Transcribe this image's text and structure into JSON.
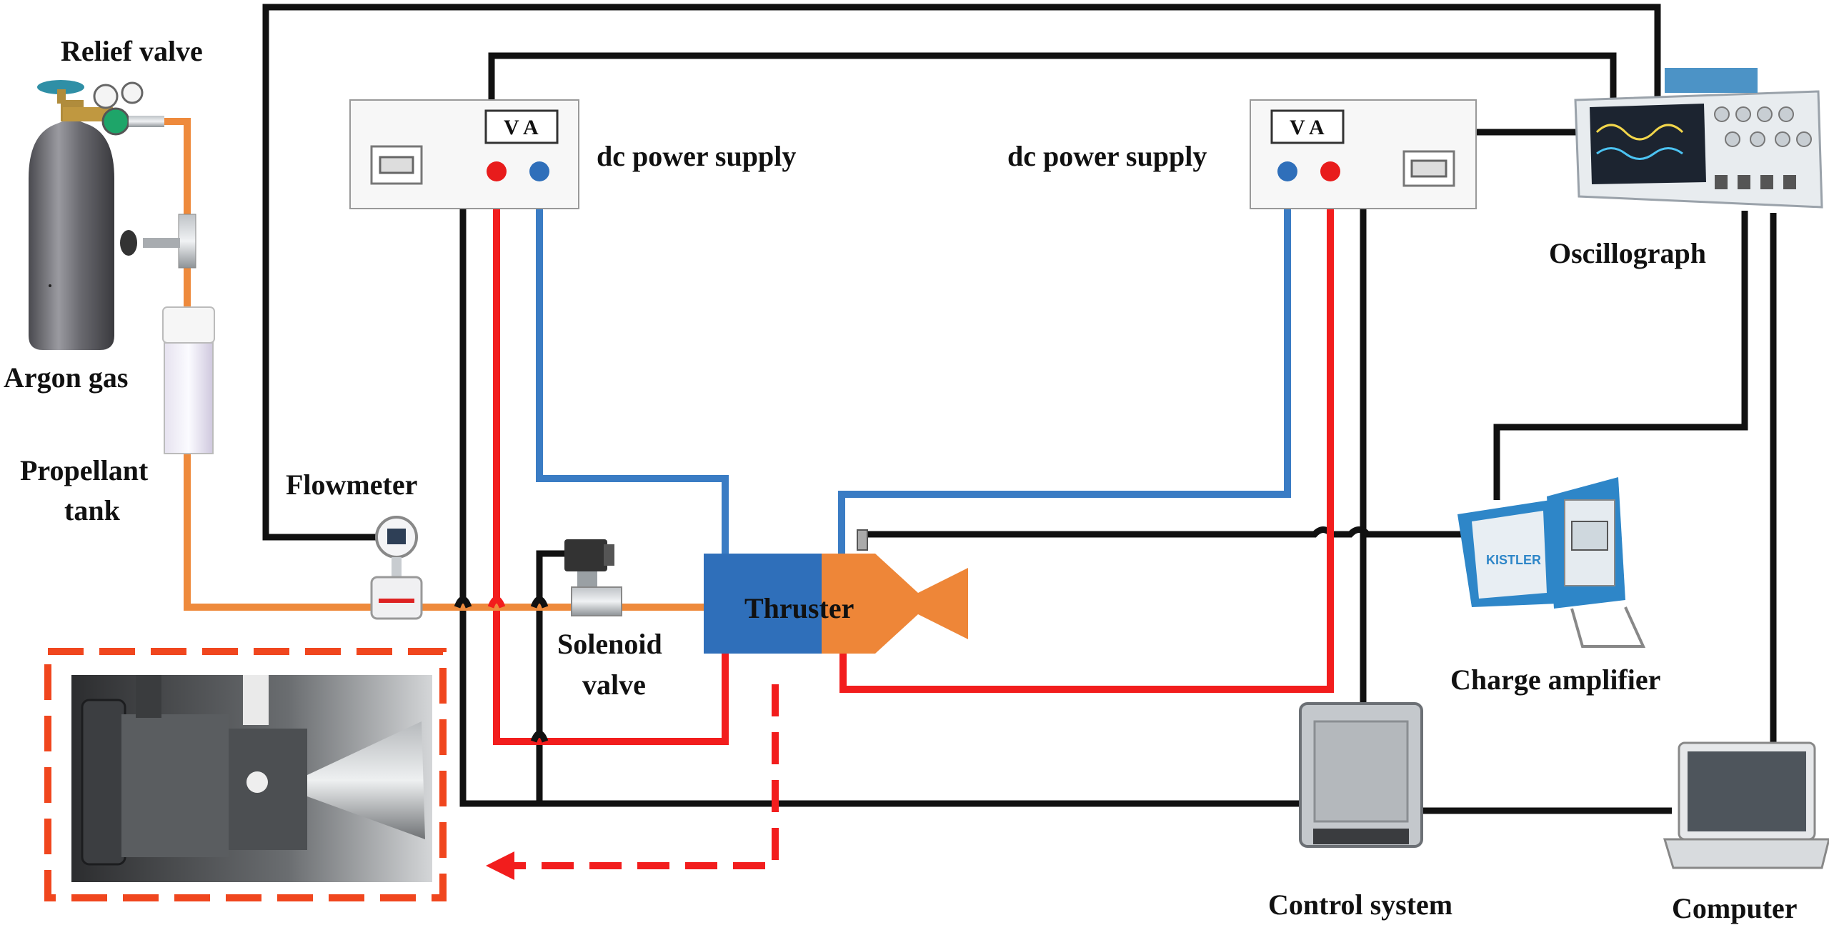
{
  "labels": {
    "relief_valve": "Relief valve",
    "argon_gas": "Argon gas",
    "propellant_tank_line1": "Propellant",
    "propellant_tank_line2": "tank",
    "flowmeter": "Flowmeter",
    "solenoid_valve_line1": "Solenoid",
    "solenoid_valve_line2": "valve",
    "thruster": "Thruster",
    "dc_power_supply_left": "dc power supply",
    "dc_power_supply_right": "dc power supply",
    "meter_left": "V A",
    "meter_right": "V A",
    "oscillograph": "Oscillograph",
    "charge_amplifier": "Charge amplifier",
    "control_system": "Control system",
    "computer": "Computer",
    "amplifier_brand": "KISTLER"
  },
  "colors": {
    "signal_wire": "#111111",
    "positive_wire": "#f21d1d",
    "negative_wire": "#3a7cc4",
    "gas_line": "#ee8a3c",
    "thruster_chamber": "#2f6fba",
    "thruster_nozzle": "#ee8638",
    "photo_frame": "#f0461e"
  }
}
